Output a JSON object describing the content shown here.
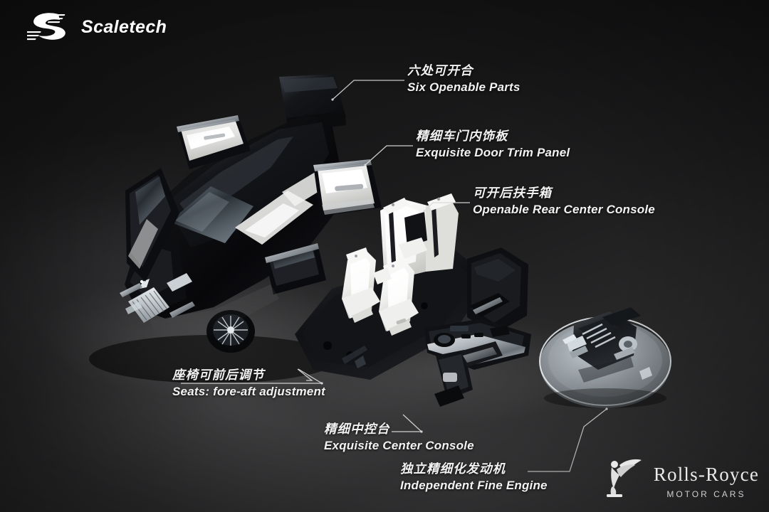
{
  "brand": {
    "logo_icon": "scaletech-s-speed-mark",
    "name": "Scaletech"
  },
  "annotations": [
    {
      "id": "six-openable-parts",
      "zh": "六处可开合",
      "en": "Six Openable Parts"
    },
    {
      "id": "door-trim-panel",
      "zh": "精细车门内饰板",
      "en": "Exquisite Door Trim Panel"
    },
    {
      "id": "rear-center-console",
      "zh": "可开后扶手箱",
      "en": "Openable Rear Center Console"
    },
    {
      "id": "seat-adjustment",
      "zh": "座椅可前后调节",
      "en": "Seats: fore-aft adjustment"
    },
    {
      "id": "center-console",
      "zh": "精细中控台",
      "en": "Exquisite Center Console"
    },
    {
      "id": "fine-engine",
      "zh": "独立精细化发动机",
      "en": "Independent Fine Engine"
    }
  ],
  "manufacturer": {
    "mascot_icon": "spirit-of-ecstasy-icon",
    "name": "Rolls-Royce",
    "subtitle": "MOTOR CARS"
  },
  "colors": {
    "background_dark": "#141414",
    "background_light": "#333335",
    "text": "#f2f2f2",
    "leader_line": "#d8d8d8",
    "body_black": "#0a0a0b",
    "interior_white": "#f4f4f2",
    "chrome": "#c8ccd0"
  }
}
